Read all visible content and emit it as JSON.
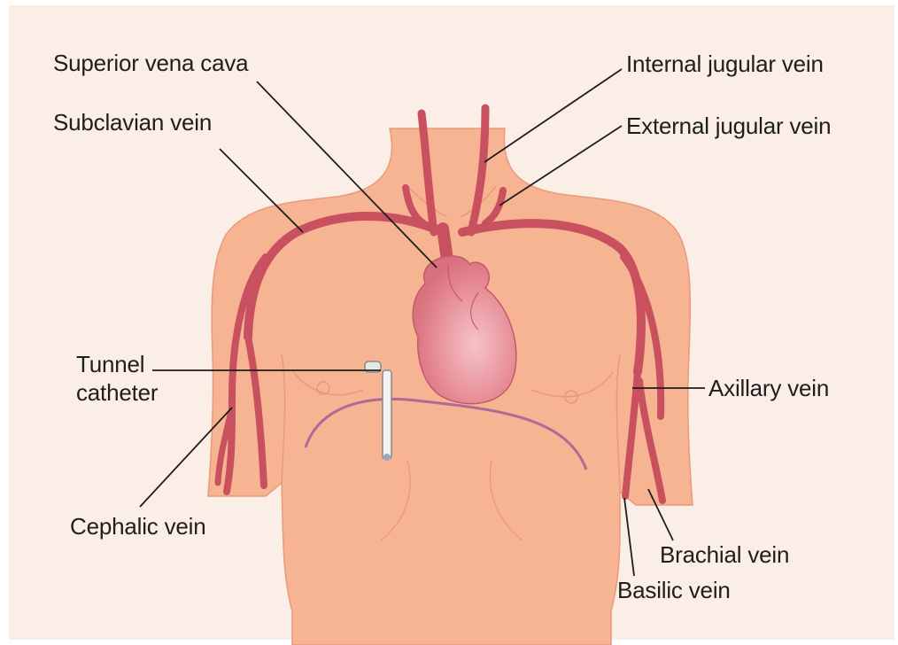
{
  "labels": {
    "superior_vena_cava": "Superior vena cava",
    "subclavian_vein": "Subclavian vein",
    "internal_jugular_vein": "Internal jugular vein",
    "external_jugular_vein": "External jugular vein",
    "tunnel_catheter_line1": "Tunnel",
    "tunnel_catheter_line2": "catheter",
    "axillary_vein": "Axillary vein",
    "cephalic_vein": "Cephalic vein",
    "brachial_vein": "Brachial vein",
    "basilic_vein": "Basilic vein"
  },
  "colors": {
    "background": "#fbeee6",
    "skin": "#f7b493",
    "skin_line": "#e89a7a",
    "vein": "#c9505e",
    "vein_dark": "#a83444",
    "heart": "#e07f8c",
    "heart_highlight": "#f4b9be",
    "catheter_line": "#b06a96",
    "leader_line": "#1e1e1e"
  }
}
